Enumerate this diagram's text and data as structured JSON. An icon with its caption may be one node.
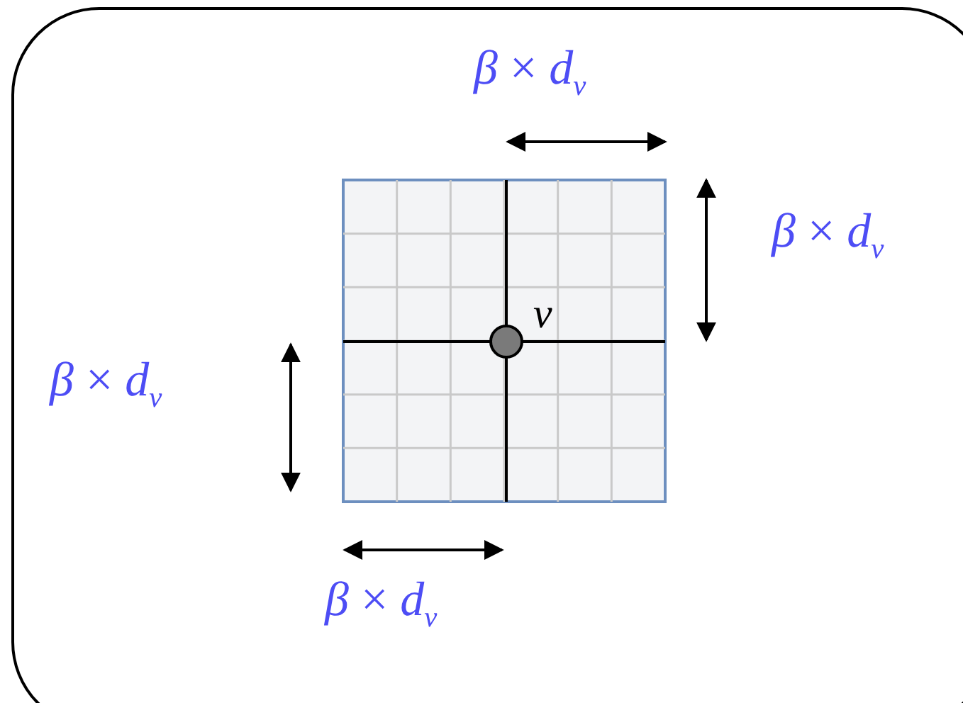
{
  "diagram": {
    "labels": [
      "*β* × *d*$_{v}$",
      "*β* × *d*$_{v}$",
      "v",
      "*β* × *d*$_{v}$",
      "*β* × *d*$_{v}$"
    ]
  }
}
